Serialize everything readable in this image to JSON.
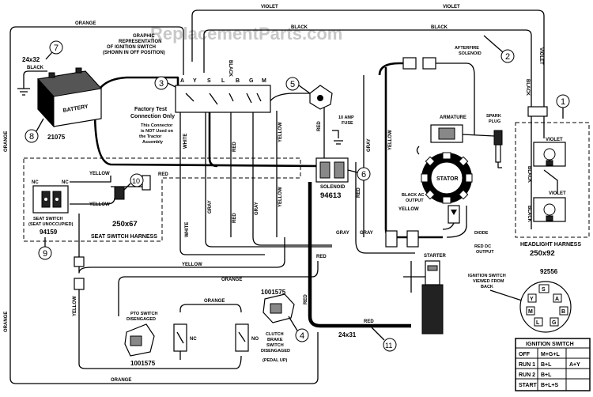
{
  "watermark": "ReplacementParts.com",
  "callouts": [
    "1",
    "2",
    "3",
    "4",
    "5",
    "6",
    "7",
    "8",
    "9",
    "10",
    "11"
  ],
  "wire_labels": {
    "violet_top_1": "VIOLET",
    "violet_top_2": "VIOLET",
    "black_top_1": "BLACK",
    "black_top_2": "BLACK",
    "black_right": "BLACK",
    "violet_right": "VIOLET",
    "orange_top": "ORANGE",
    "orange_left": "ORANGE",
    "orange_left_2": "ORANGE",
    "orange_mid": "ORANGE",
    "orange_mid_2": "ORANGE",
    "orange_bottom": "ORANGE",
    "black_batt": "BLACK",
    "red_1": "RED",
    "red_2": "RED",
    "red_3": "RED",
    "red_4": "RED",
    "red_5": "RED",
    "red_6": "RED",
    "red_7": "RED",
    "white_1": "WHITE",
    "white_2": "WHITE",
    "gray_1": "GRAY",
    "gray_2": "GRAY",
    "gray_3": "GRAY",
    "gray_4": "GRAY",
    "gray_5": "GRAY",
    "yellow_1": "YELLOW",
    "yellow_2": "YELLOW",
    "yellow_3": "YELLOW",
    "yellow_4": "YELLOW",
    "yellow_5": "YELLOW",
    "yellow_6": "YELLOW",
    "yellow_7": "YELLOW",
    "yellow_8": "YELLOW",
    "black_s": "BLACK",
    "black_hl1": "BLACK",
    "black_hl2": "BLACK",
    "violet_hl1": "VIOLET",
    "violet_hl2": "VIOLET"
  },
  "components": {
    "graphic_rep": [
      "GRAPHIC",
      "REPRESENTATION",
      "OF IGNITION SWITCH",
      "(SHOWN IN OFF POSITION)"
    ],
    "switch_pins": [
      "A",
      "Y",
      "S",
      "L",
      "B",
      "G",
      "M"
    ],
    "battery_size": "24x32",
    "battery_label": "BATTERY",
    "battery_part": "21075",
    "factory_test": [
      "Factory Test",
      "Connection Only"
    ],
    "factory_note": [
      "This Connector",
      "is NOT Used on",
      "the Tractor",
      "Assembly"
    ],
    "afterfire": [
      "AFTERFIRE",
      "SOLENOID"
    ],
    "fuse": [
      "10 AMP",
      "FUSE"
    ],
    "armature": "ARMATURE",
    "spark_plug": [
      "SPARK",
      "PLUG"
    ],
    "stator": "STATOR",
    "solenoid": "SOLENOID",
    "solenoid_part": "94613",
    "black_ac": [
      "BLACK AC",
      "OUTPUT"
    ],
    "diode": "DIODE",
    "red_dc": [
      "RED DC",
      "OUTPUT"
    ],
    "starter": "STARTER",
    "seat_nc_1": "NC",
    "seat_nc_2": "NC",
    "seat_switch": [
      "SEAT SWITCH",
      "(SEAT UNOCCUPIED)"
    ],
    "seat_part": "94159",
    "seat_harness_size": "250x67",
    "seat_harness": "SEAT SWITCH HARNESS",
    "headlight_harness": "HEADLIGHT HARNESS",
    "headlight_size": "250x92",
    "pto_switch": [
      "PTO SWITCH",
      "DISENGAGED"
    ],
    "pto_nc": "NC",
    "pto_part": "1001575",
    "clutch_part": "1001575",
    "clutch_no": "NO",
    "clutch": [
      "CLUTCH",
      "BRAKE",
      "SWITCH",
      "DISENGAGED",
      "(PEDAL UP)"
    ],
    "red_size": "24x31",
    "ign_part": "92556",
    "ign_view": [
      "IGNITION SWITCH",
      "VIEWED FROM",
      "BACK"
    ],
    "ign_face": [
      "S",
      "Y",
      "A",
      "B",
      "M",
      "L",
      "G"
    ]
  },
  "ignition_table": {
    "title": "IGNITION SWITCH",
    "rows": [
      [
        "OFF",
        "M+G+L",
        ""
      ],
      [
        "RUN 1",
        "B+L",
        "A+Y"
      ],
      [
        "RUN 2",
        "B+L",
        ""
      ],
      [
        "START",
        "B+L+S",
        ""
      ]
    ]
  }
}
